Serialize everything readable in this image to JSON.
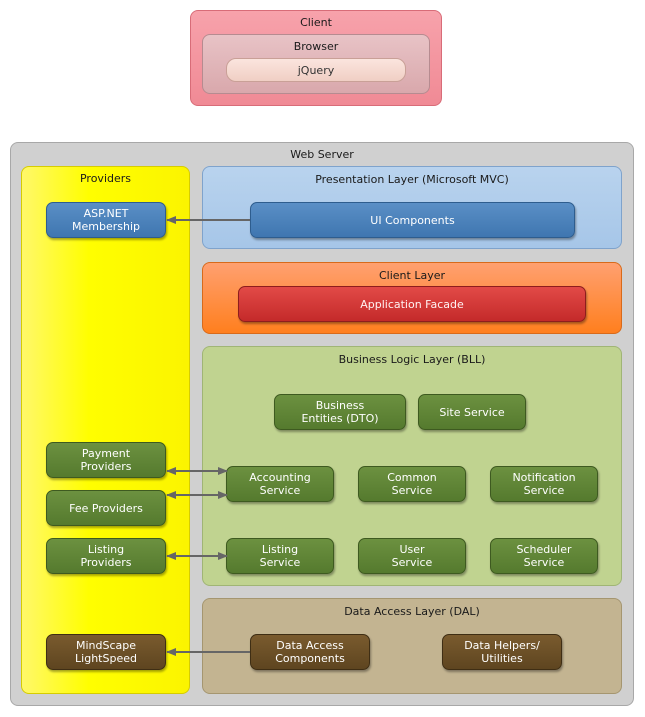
{
  "client": {
    "title": "Client",
    "browser_title": "Browser",
    "jquery": "jQuery"
  },
  "web_server": {
    "title": "Web Server"
  },
  "providers": {
    "title": "Providers",
    "asp_membership": "ASP.NET\nMembership",
    "payment": "Payment\nProviders",
    "fee": "Fee Providers",
    "listing": "Listing\nProviders",
    "mindscape": "MindScape\nLightSpeed"
  },
  "presentation": {
    "title": "Presentation Layer (Microsoft MVC)",
    "ui_components": "UI Components"
  },
  "client_layer": {
    "title": "Client Layer",
    "app_facade": "Application Facade"
  },
  "bll": {
    "title": "Business Logic Layer (BLL)",
    "business_entities": "Business\nEntities (DTO)",
    "site_service": "Site Service",
    "accounting_service": "Accounting\nService",
    "common_service": "Common\nService",
    "notification_service": "Notification\nService",
    "listing_service": "Listing\nService",
    "user_service": "User\nService",
    "scheduler_service": "Scheduler\nService"
  },
  "dal": {
    "title": "Data Access Layer (DAL)",
    "data_access_components": "Data Access\nComponents",
    "data_helpers": "Data Helpers/\nUtilities"
  },
  "colors": {
    "client": "#f08a95",
    "providers": "#fffe00",
    "presentation": "#a6c6e8",
    "client_layer": "#ff7f1e",
    "bll": "#c0d390",
    "dal": "#c3b491",
    "connector": "#666666"
  }
}
